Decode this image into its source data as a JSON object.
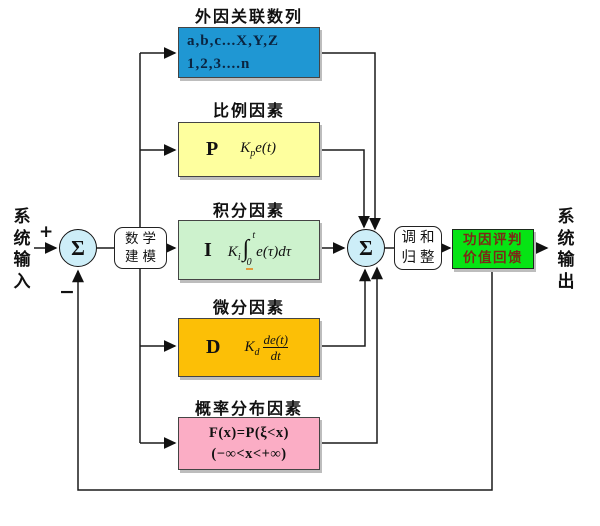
{
  "colors": {
    "blue_box": "#1f97d3",
    "blue_box_text": "#0a2440",
    "yellow_box": "#feff9e",
    "green_box": "#cdf2cd",
    "orange_box": "#fcbf06",
    "pink_box": "#fbadc5",
    "sum_circle": "#cdeef8",
    "feedback_box_bg": "#06e414",
    "feedback_box_text": "#7b2a16"
  },
  "io": {
    "input_label": "系统输入",
    "output_label": "系统输出",
    "plus": "+",
    "minus": "−"
  },
  "nodes": {
    "sum_symbol": "Σ",
    "modeling_line1": "数学",
    "modeling_line2": "建模",
    "harmonize_line1": "调和",
    "harmonize_line2": "归整",
    "feedback_line1": "功因评判",
    "feedback_line2": "价值回馈"
  },
  "branches": {
    "external": {
      "title": "外因关联数列",
      "line1": "a,b,c...X,Y,Z",
      "line2": "1,2,3....n"
    },
    "proportional": {
      "title": "比例因素",
      "letter": "P",
      "k": "K",
      "sub": "p",
      "expr": "e(t)"
    },
    "integral": {
      "title": "积分因素",
      "letter": "I",
      "k": "K",
      "sub": "i",
      "int_sign": "∫",
      "upper": "t",
      "lower": "0",
      "expr": "e(τ)dτ"
    },
    "derivative": {
      "title": "微分因素",
      "letter": "D",
      "k": "K",
      "sub": "d",
      "num": "de(t)",
      "den": "dt"
    },
    "probability": {
      "title": "概率分布因素",
      "line1": "F(x)=P(ξ<x)",
      "line2": "(−∞<x<+∞)"
    }
  }
}
